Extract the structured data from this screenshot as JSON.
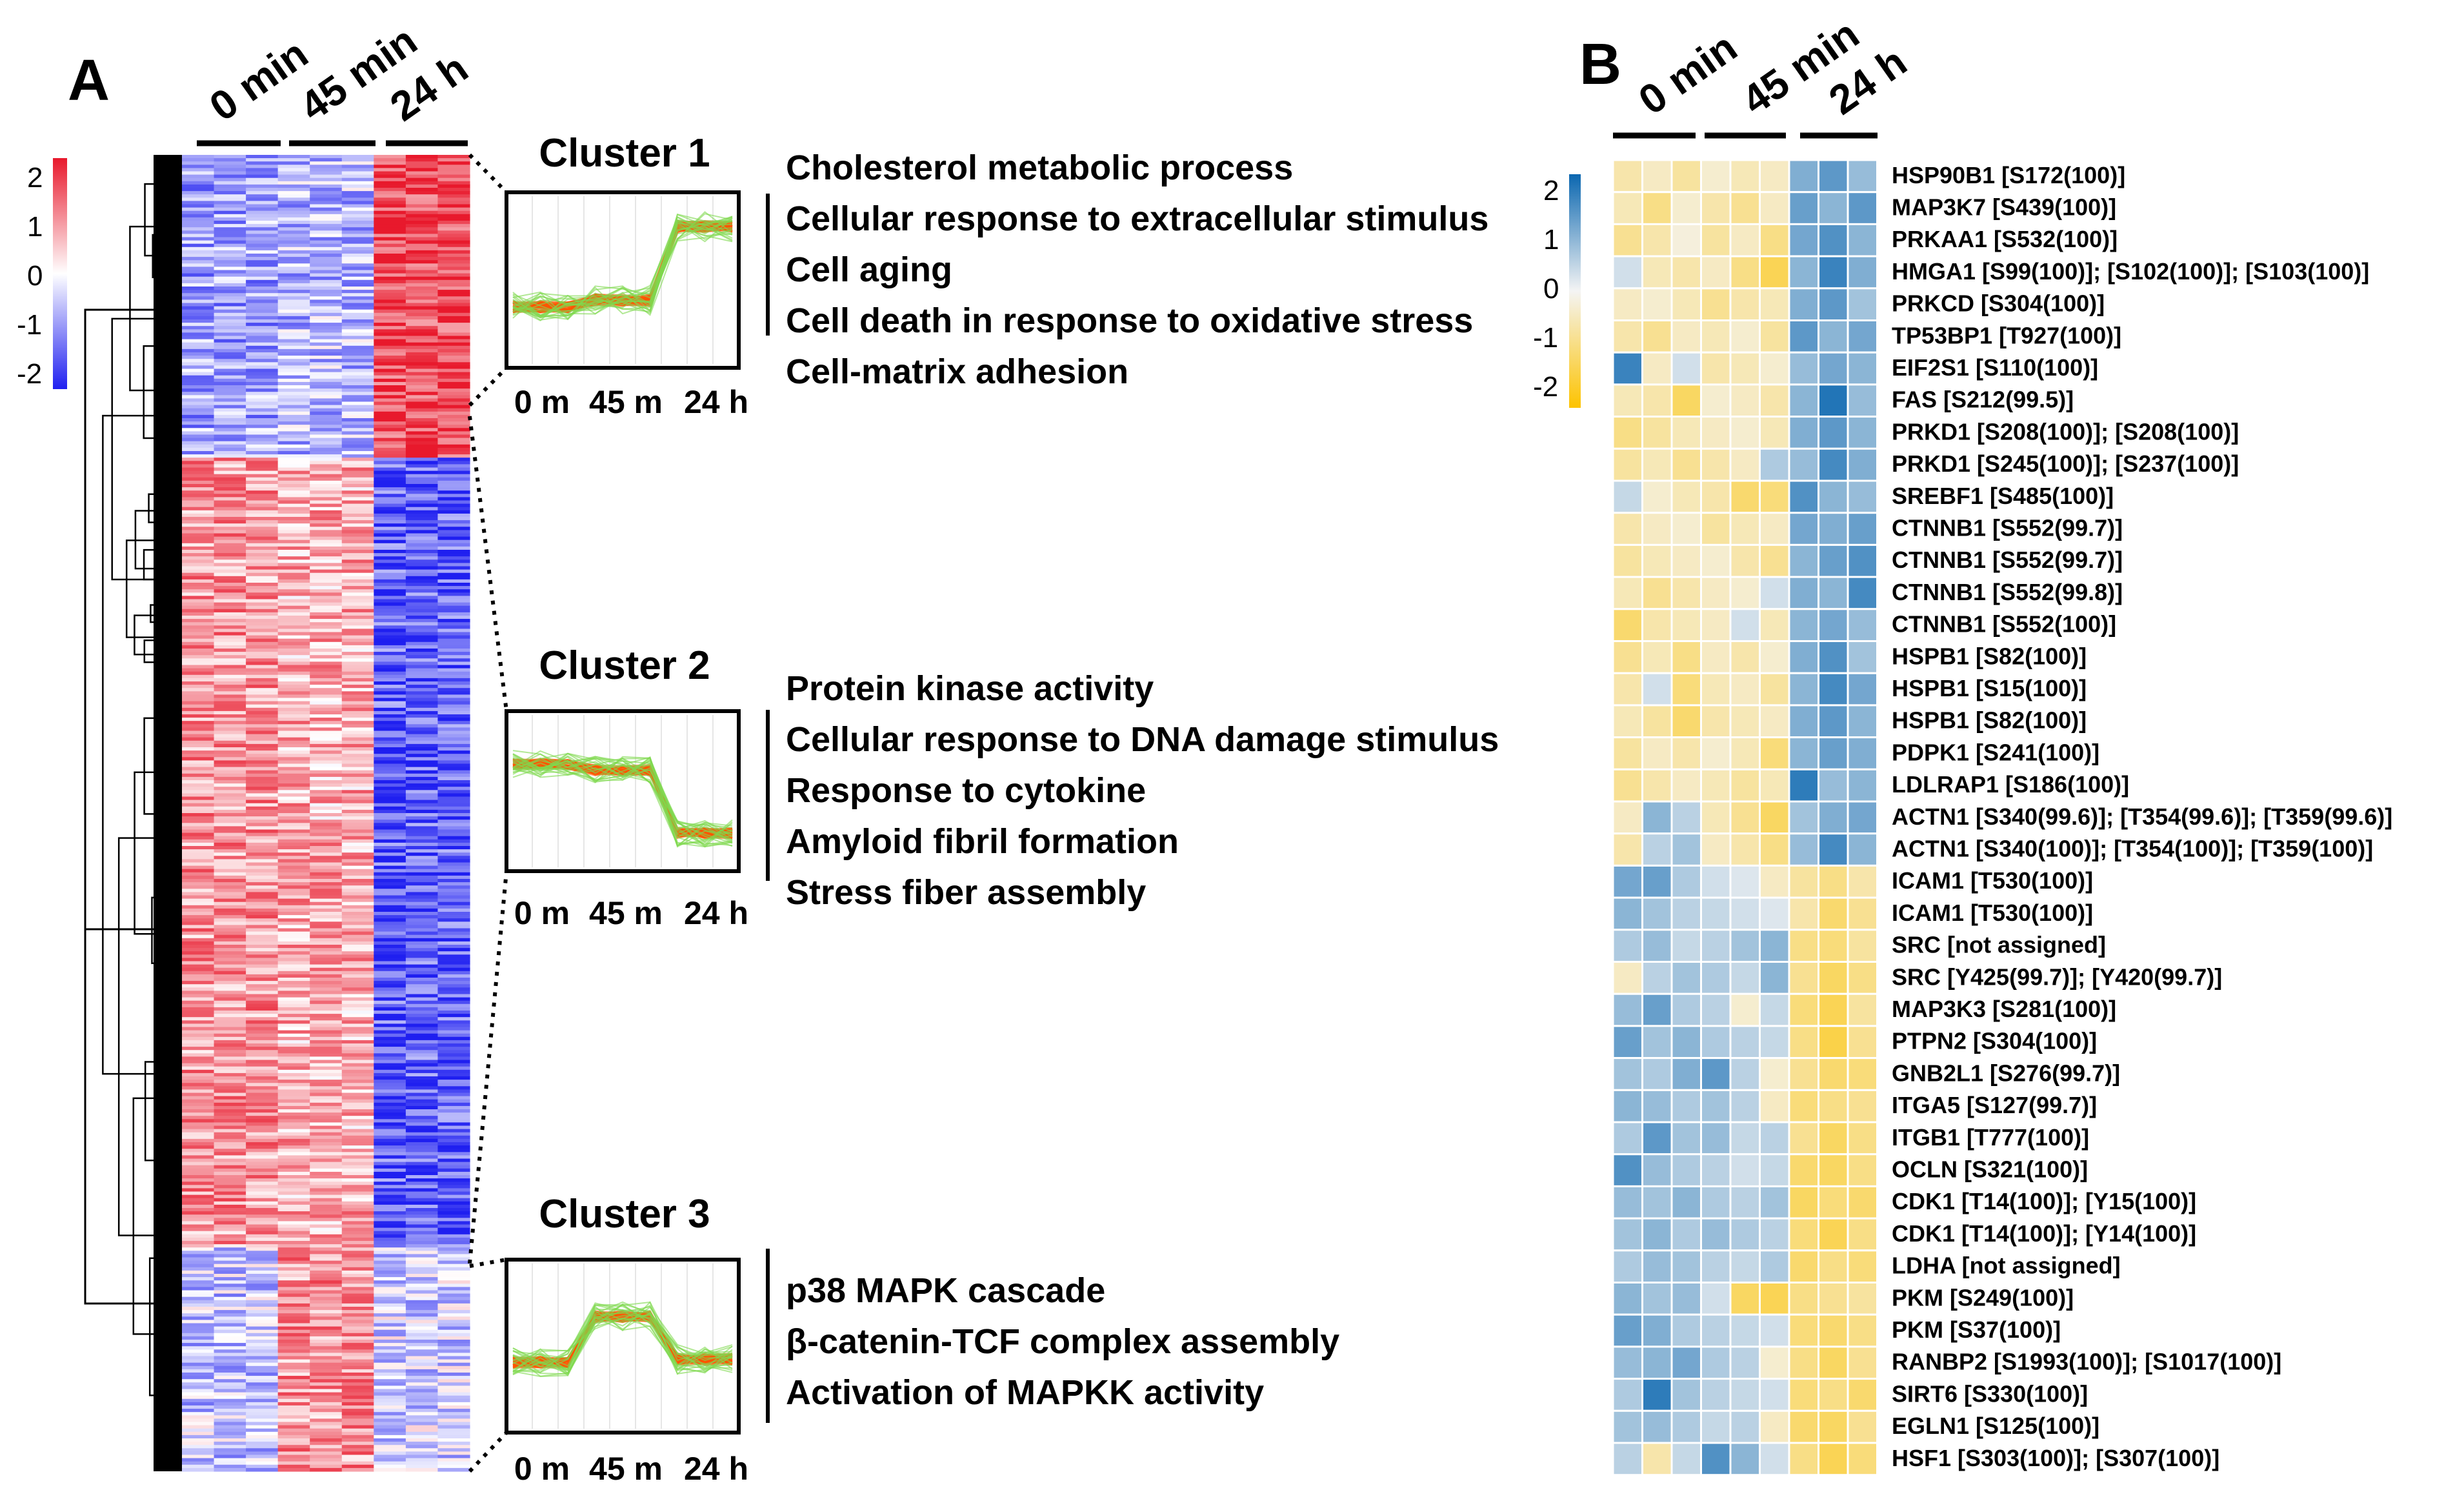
{
  "panel_a": {
    "label": "A",
    "time_labels": [
      "0 min",
      "45 min",
      "24 h"
    ],
    "legend_ticks": [
      "2",
      "1",
      "0",
      "-1",
      "-2"
    ],
    "colors": {
      "high": "#e8192c",
      "mid": "#ffffff",
      "low": "#1f1ff0",
      "line_hi": "#ff5500",
      "line_lo": "#7fd94f"
    },
    "clusters": [
      {
        "title": "Cluster 1",
        "axis_labels": [
          "0 m",
          "45 m",
          "24 h"
        ],
        "terms": [
          "Cholesterol metabolic process",
          "Cellular response to extracellular stimulus",
          "Cell aging",
          "Cell death in response to oxidative stress",
          "Cell-matrix adhesion"
        ]
      },
      {
        "title": "Cluster 2",
        "axis_labels": [
          "0 m",
          "45 m",
          "24 h"
        ],
        "terms": [
          "Protein kinase activity",
          "Cellular response to DNA damage stimulus",
          "Response to cytokine",
          "Amyloid fibril formation",
          "Stress fiber assembly"
        ]
      },
      {
        "title": "Cluster 3",
        "axis_labels": [
          "0 m",
          "45 m",
          "24 h"
        ],
        "terms": [
          "p38 MAPK cascade",
          "β-catenin-TCF complex assembly",
          "Activation of MAPKK activity"
        ]
      }
    ]
  },
  "panel_b": {
    "label": "B",
    "time_labels": [
      "0 min",
      "45 min",
      "24 h"
    ],
    "legend_ticks": [
      "2",
      "1",
      "0",
      "-1",
      "-2"
    ],
    "colors": {
      "high": "#0b67b0",
      "mid": "#f4f4f4",
      "low": "#fdc300"
    }
  },
  "chart_data": [
    {
      "type": "heatmap",
      "title": "",
      "columns": [
        "0 min",
        "0 min",
        "0 min",
        "45 min",
        "45 min",
        "45 min",
        "24 h",
        "24 h",
        "24 h"
      ],
      "clim": [
        -2,
        2
      ],
      "clusters": [
        {
          "name": "Cluster 1",
          "row_fraction": 0.23,
          "profile": [
            -0.8,
            -0.8,
            -0.8,
            -0.6,
            -0.6,
            -0.6,
            1.6,
            1.6,
            1.6
          ]
        },
        {
          "name": "Cluster 2",
          "row_fraction": 0.6,
          "profile": [
            0.9,
            0.9,
            0.9,
            0.7,
            0.7,
            0.7,
            -1.4,
            -1.4,
            -1.4
          ]
        },
        {
          "name": "Cluster 3",
          "row_fraction": 0.17,
          "profile": [
            -0.5,
            -0.5,
            -0.5,
            0.9,
            0.9,
            0.9,
            -0.4,
            -0.4,
            -0.4
          ]
        }
      ]
    },
    {
      "type": "heatmap",
      "title": "",
      "columns": [
        "0 min",
        "0 min",
        "0 min",
        "45 min",
        "45 min",
        "45 min",
        "24 h",
        "24 h",
        "24 h"
      ],
      "clim": [
        -2,
        2
      ],
      "rows": [
        {
          "label": "HSP90B1 [S172(100)]",
          "values": [
            -0.6,
            -0.4,
            -0.7,
            -0.3,
            -0.5,
            -0.4,
            1.0,
            1.3,
            0.8
          ]
        },
        {
          "label": "MAP3K7 [S439(100)]",
          "values": [
            -0.5,
            -0.9,
            -0.3,
            -0.6,
            -0.8,
            -0.4,
            1.2,
            0.9,
            1.3
          ]
        },
        {
          "label": "PRKAA1 [S532(100)]",
          "values": [
            -0.8,
            -0.6,
            -0.2,
            -0.7,
            -0.4,
            -0.9,
            1.1,
            1.4,
            0.9
          ]
        },
        {
          "label": "HMGA1 [S99(100)]; [S102(100)]; [S103(100)]",
          "values": [
            0.3,
            -0.5,
            -0.6,
            -0.4,
            -0.9,
            -1.3,
            0.9,
            1.6,
            1.0
          ]
        },
        {
          "label": "PRKCD [S304(100)]",
          "values": [
            -0.4,
            -0.3,
            -0.5,
            -0.8,
            -0.6,
            -0.5,
            1.0,
            1.3,
            0.7
          ]
        },
        {
          "label": "TP53BP1 [T927(100)]",
          "values": [
            -0.6,
            -0.8,
            -0.4,
            -0.5,
            -0.3,
            -0.7,
            1.3,
            0.9,
            1.1
          ]
        },
        {
          "label": "EIF2S1 [S110(100)]",
          "values": [
            1.6,
            -0.4,
            0.3,
            -0.6,
            -0.5,
            -0.3,
            0.8,
            1.1,
            0.9
          ]
        },
        {
          "label": "FAS [S212(99.5)]",
          "values": [
            -0.5,
            -0.6,
            -1.2,
            -0.3,
            -0.4,
            -0.6,
            0.9,
            1.8,
            0.8
          ]
        },
        {
          "label": "PRKD1 [S208(100)]; [S208(100)]",
          "values": [
            -0.9,
            -0.7,
            -0.5,
            -0.4,
            -0.3,
            -0.5,
            1.0,
            1.3,
            0.9
          ]
        },
        {
          "label": "PRKD1 [S245(100)]; [S237(100)]",
          "values": [
            -0.7,
            -0.5,
            -0.8,
            -0.6,
            -0.4,
            0.6,
            0.8,
            1.5,
            1.0
          ]
        },
        {
          "label": "SREBF1 [S485(100)]",
          "values": [
            0.4,
            -0.3,
            -0.5,
            -0.6,
            -1.1,
            -1.0,
            1.4,
            0.9,
            0.8
          ]
        },
        {
          "label": "CTNNB1 [S552(99.7)]",
          "values": [
            -0.6,
            -0.4,
            -0.3,
            -0.7,
            -0.5,
            -0.4,
            1.1,
            1.0,
            1.2
          ]
        },
        {
          "label": "CTNNB1 [S552(99.7)]",
          "values": [
            -0.7,
            -0.5,
            -0.4,
            -0.3,
            -0.6,
            -0.8,
            0.9,
            1.2,
            1.4
          ]
        },
        {
          "label": "CTNNB1 [S552(99.8)]",
          "values": [
            -0.5,
            -0.8,
            -0.6,
            -0.4,
            -0.3,
            0.3,
            1.0,
            0.9,
            1.5
          ]
        },
        {
          "label": "CTNNB1 [S552(100)]",
          "values": [
            -1.1,
            -0.6,
            -0.5,
            -0.4,
            0.3,
            -0.5,
            0.9,
            1.1,
            0.8
          ]
        },
        {
          "label": "HSPB1 [S82(100)]",
          "values": [
            -0.8,
            -0.5,
            -0.9,
            -0.4,
            -0.6,
            -0.3,
            1.0,
            1.4,
            0.7
          ]
        },
        {
          "label": "HSPB1 [S15(100)]",
          "values": [
            -0.6,
            0.3,
            -1.0,
            -0.5,
            -0.4,
            -0.7,
            0.9,
            1.5,
            1.1
          ]
        },
        {
          "label": "HSPB1 [S82(100)]",
          "values": [
            -0.5,
            -0.7,
            -1.1,
            -0.6,
            -0.5,
            -0.4,
            1.0,
            1.3,
            0.9
          ]
        },
        {
          "label": "PDPK1 [S241(100)]",
          "values": [
            -0.7,
            -0.4,
            -0.6,
            -0.3,
            -0.5,
            -1.0,
            0.9,
            1.2,
            1.0
          ]
        },
        {
          "label": "LDLRAP1 [S186(100)]",
          "values": [
            -0.8,
            -0.6,
            -0.4,
            -0.5,
            -0.7,
            -0.5,
            1.7,
            0.8,
            0.9
          ]
        },
        {
          "label": "ACTN1 [S340(99.6)]; [T354(99.6)]; [T359(99.6)]",
          "values": [
            -0.4,
            0.9,
            0.5,
            -0.5,
            -0.8,
            -1.2,
            0.7,
            1.0,
            1.1
          ]
        },
        {
          "label": "ACTN1 [S340(100)]; [T354(100)]; [T359(100)]",
          "values": [
            -0.6,
            0.5,
            0.7,
            -0.4,
            -0.6,
            -0.9,
            0.8,
            1.5,
            0.9
          ]
        },
        {
          "label": "ICAM1 [T530(100)]",
          "values": [
            1.1,
            1.2,
            0.6,
            0.3,
            0.2,
            -0.4,
            -0.7,
            -0.9,
            -0.6
          ]
        },
        {
          "label": "ICAM1 [T530(100)]",
          "values": [
            0.9,
            0.7,
            0.5,
            0.4,
            0.3,
            0.2,
            -0.6,
            -1.1,
            -0.8
          ]
        },
        {
          "label": "SRC [not assigned]",
          "values": [
            0.6,
            0.8,
            0.4,
            0.5,
            0.7,
            0.9,
            -0.9,
            -1.0,
            -0.7
          ]
        },
        {
          "label": "SRC [Y425(99.7)]; [Y420(99.7)]",
          "values": [
            -0.4,
            0.5,
            0.7,
            0.6,
            0.4,
            0.9,
            -0.8,
            -1.2,
            -0.9
          ]
        },
        {
          "label": "MAP3K3 [S281(100)]",
          "values": [
            0.8,
            1.2,
            0.6,
            0.5,
            -0.3,
            0.4,
            -1.0,
            -1.3,
            -0.7
          ]
        },
        {
          "label": "PTPN2 [S304(100)]",
          "values": [
            1.2,
            0.7,
            0.9,
            0.6,
            0.5,
            0.4,
            -0.9,
            -1.4,
            -0.8
          ]
        },
        {
          "label": "GNB2L1 [S276(99.7)]",
          "values": [
            0.7,
            0.6,
            1.0,
            1.3,
            0.5,
            -0.3,
            -0.8,
            -1.1,
            -1.0
          ]
        },
        {
          "label": "ITGA5 [S127(99.7)]",
          "values": [
            0.9,
            0.8,
            0.6,
            0.7,
            0.5,
            -0.4,
            -1.0,
            -0.9,
            -0.8
          ]
        },
        {
          "label": "ITGB1 [T777(100)]",
          "values": [
            0.6,
            1.3,
            0.7,
            0.8,
            0.4,
            0.5,
            -0.8,
            -1.2,
            -0.9
          ]
        },
        {
          "label": "OCLN [S321(100)]",
          "values": [
            1.4,
            0.8,
            0.6,
            0.5,
            0.3,
            0.4,
            -1.1,
            -1.2,
            -0.9
          ]
        },
        {
          "label": "CDK1 [T14(100)]; [Y15(100)]",
          "values": [
            0.8,
            0.7,
            0.9,
            0.6,
            0.5,
            0.7,
            -1.2,
            -1.0,
            -1.1
          ]
        },
        {
          "label": "CDK1 [T14(100)]; [Y14(100)]",
          "values": [
            0.7,
            0.9,
            0.6,
            0.8,
            0.6,
            0.5,
            -1.0,
            -1.3,
            -0.9
          ]
        },
        {
          "label": "LDHA [not assigned]",
          "values": [
            0.6,
            0.8,
            0.7,
            0.5,
            0.4,
            0.6,
            -1.1,
            -0.9,
            -1.0
          ]
        },
        {
          "label": "PKM [S249(100)]",
          "values": [
            0.9,
            0.7,
            0.8,
            0.3,
            -1.2,
            -1.3,
            -0.9,
            -0.8,
            -0.7
          ]
        },
        {
          "label": "PKM [S37(100)]",
          "values": [
            1.2,
            1.0,
            0.6,
            0.5,
            0.4,
            0.3,
            -1.0,
            -1.1,
            -0.9
          ]
        },
        {
          "label": "RANBP2 [S1993(100)]; [S1017(100)]",
          "values": [
            0.8,
            0.9,
            1.1,
            0.6,
            0.5,
            -0.3,
            -0.9,
            -1.2,
            -0.8
          ]
        },
        {
          "label": "SIRT6 [S330(100)]",
          "values": [
            0.6,
            1.7,
            0.7,
            0.5,
            0.4,
            0.3,
            -1.0,
            -0.9,
            -1.1
          ]
        },
        {
          "label": "EGLN1 [S125(100)]",
          "values": [
            0.7,
            0.8,
            0.6,
            0.4,
            0.5,
            -0.4,
            -1.1,
            -1.2,
            -0.8
          ]
        },
        {
          "label": "HSF1 [S303(100)]; [S307(100)]",
          "values": [
            0.5,
            -0.6,
            0.4,
            1.4,
            0.9,
            0.3,
            -0.9,
            -1.3,
            -1.0
          ]
        }
      ]
    }
  ]
}
